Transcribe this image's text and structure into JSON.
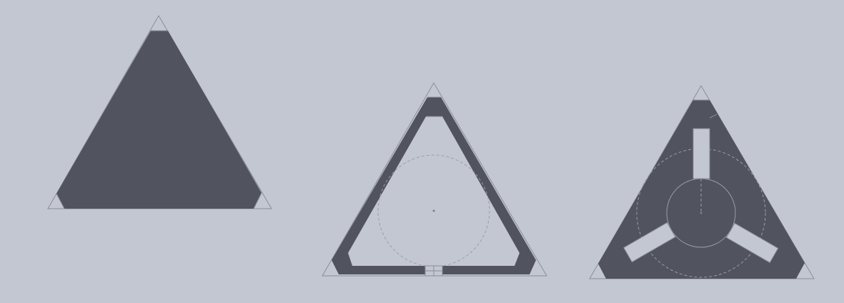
{
  "colors": {
    "background": "#c3c7d1",
    "solid_fill": "#51535f",
    "sketch_line": "#8a8e99",
    "construction_line": "#9a9ea8",
    "cutout_fill": "#c3c7d1",
    "point_marker": "#7a7e89"
  },
  "figures": [
    {
      "id": "solid-triangle",
      "description_name": "solid-triangle-plate"
    },
    {
      "id": "frame-triangle",
      "description_name": "triangular-frame"
    },
    {
      "id": "slotted-triangle",
      "description_name": "slotted-triangle-plate"
    }
  ]
}
